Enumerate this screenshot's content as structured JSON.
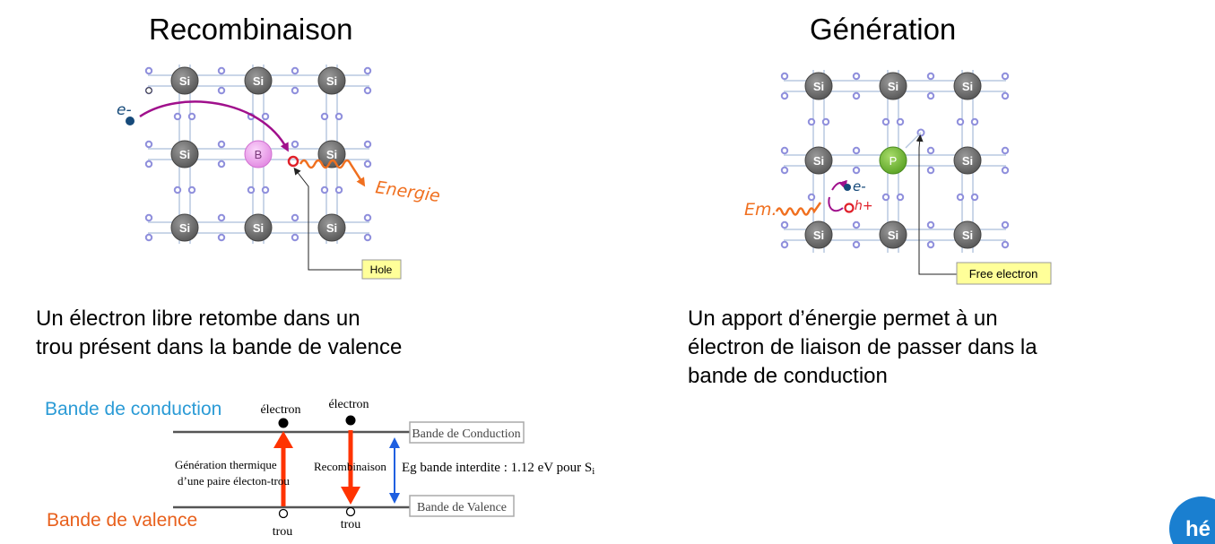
{
  "recombination": {
    "title": "Recombinaison",
    "lines": [
      "Un électron libre retombe dans un",
      "trou présent dans la bande de valence"
    ],
    "atom_label": "Si",
    "dopant_label": "B",
    "electron_label": "e-",
    "energy_label": "Energie",
    "hole_callout": "Hole"
  },
  "generation": {
    "title": "Génération",
    "lines": [
      "Un apport d’énergie permet à un",
      "électron de liaison de passer dans la",
      "bande de conduction"
    ],
    "atom_label": "Si",
    "dopant_label": "P",
    "energy_label": "Em.",
    "electron_label": "e-",
    "hole_label": "h+",
    "free_electron_callout": "Free electron"
  },
  "band_diagram": {
    "conduction_label": "Bande de conduction",
    "valence_label": "Bande de valence",
    "electron_left": "électron",
    "electron_right": "électron",
    "trou_left": "trou",
    "trou_right": "trou",
    "generation_line1": "Génération thermique",
    "generation_line2": "d’une paire électon-trou",
    "recombination_label": "Recombinaison",
    "gap_label": "Eg bande interdite : 1.12 eV pour S",
    "gap_sub": "i",
    "conduction_box": "Bande de Conduction",
    "valence_box": "Bande de Valence"
  },
  "logo_text": "hé",
  "colors": {
    "conduction_blue": "#2b9bd6",
    "valence_orange": "#e8601c",
    "arrow_red": "#ff3300",
    "arrow_blue": "#1f5fe0",
    "handwriting_orange": "#f07020",
    "handwriting_purple": "#a0108c",
    "electron_navy": "#164a7a",
    "boron_pink": "#f0a8f0",
    "phosphorus_green": "#7cc03a",
    "callout_yellow": "#ffff99",
    "lattice_line": "#b8c8e0",
    "bond_dot": "#8f8fdc",
    "logo_blue": "#1a7fd0"
  }
}
